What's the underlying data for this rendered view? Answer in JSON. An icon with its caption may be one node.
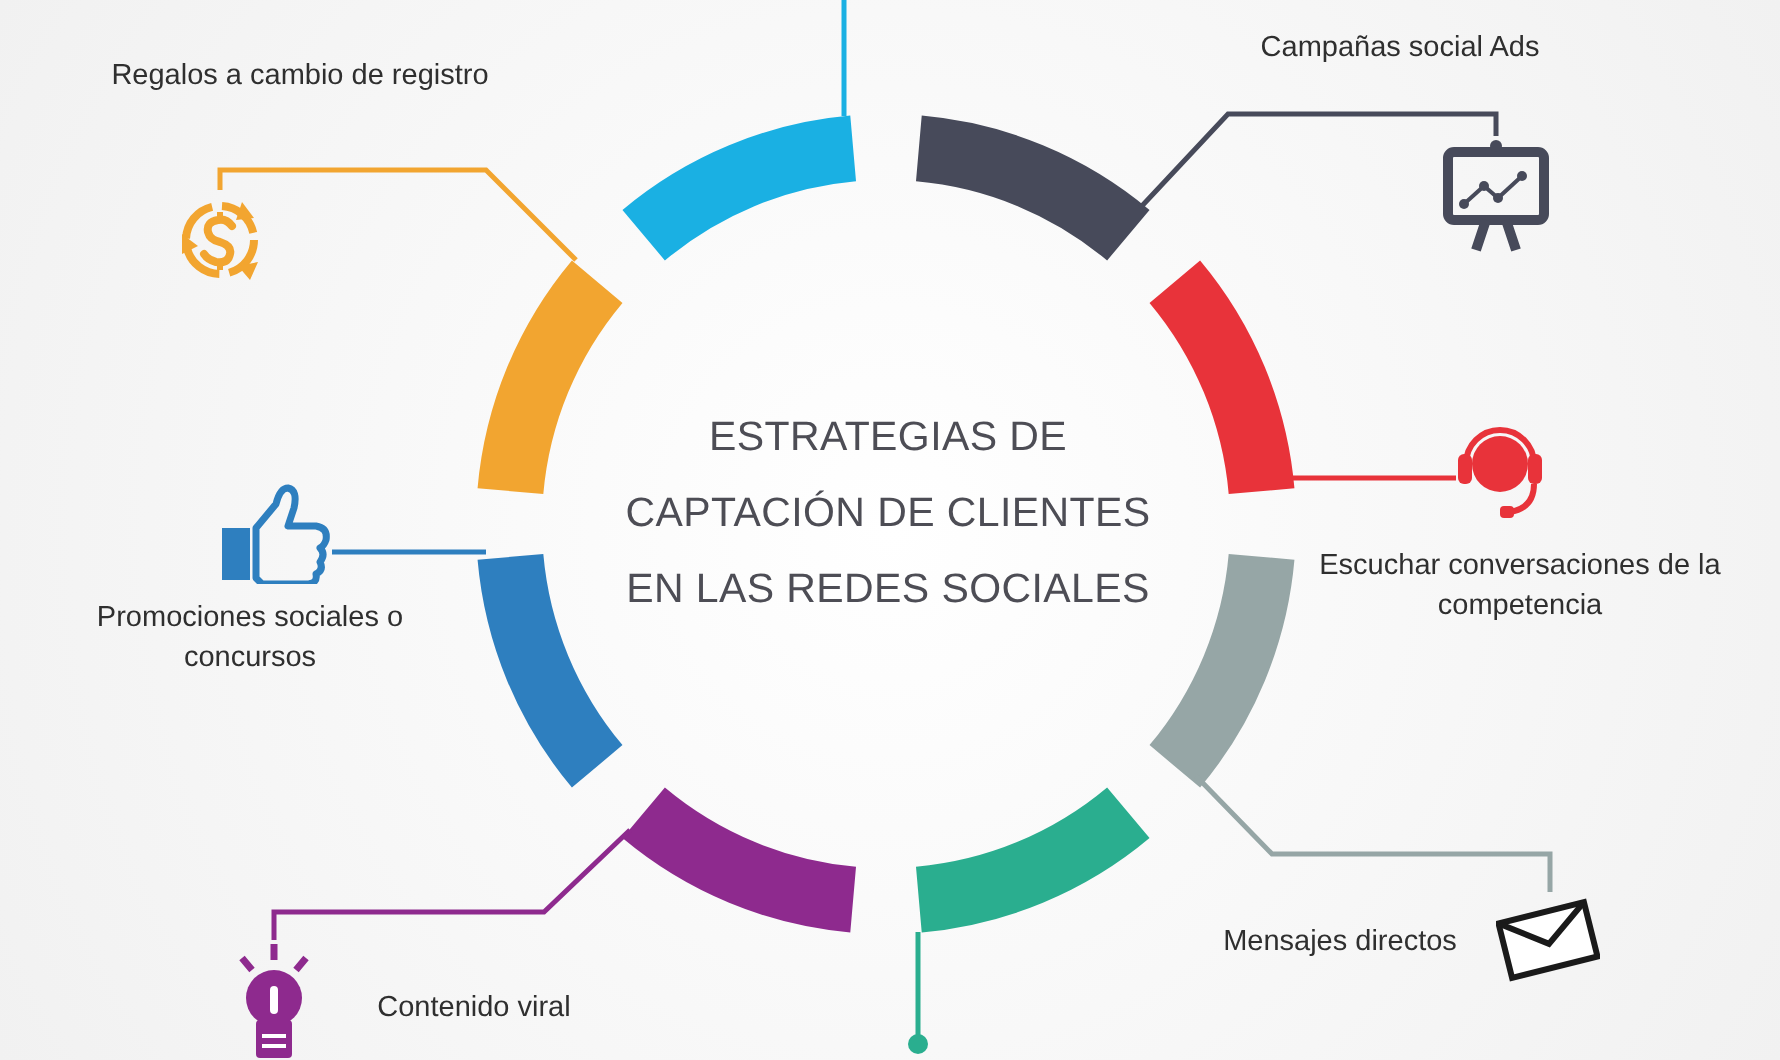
{
  "diagram": {
    "title": "ESTRATEGIAS DE CAPTACIÓN DE CLIENTES EN LAS REDES SOCIALES",
    "nodes": [
      {
        "text": [],
        "shape": "arc"
      },
      {
        "text": [],
        "shape": "arc"
      },
      {
        "text": [],
        "shape": "arc"
      },
      {
        "text": [],
        "shape": "arc"
      },
      {
        "text": [],
        "shape": "arc"
      },
      {
        "text": [],
        "shape": "arc"
      },
      {
        "text": [],
        "shape": "arc"
      },
      {
        "text": [],
        "shape": "arc"
      },
      {
        "text": [],
        "shape": "picture",
        "beside": [
          "Regalos a cambio de registro"
        ]
      },
      {
        "text": [],
        "shape": "picture",
        "beside": [
          "Campañas social Ads"
        ]
      },
      {
        "text": [],
        "shape": "picture",
        "beside": [
          "Escuchar conversaciones de la competencia"
        ]
      },
      {
        "text": [],
        "shape": "picture",
        "beside": [
          "Promociones sociales o concursos"
        ]
      },
      {
        "text": [],
        "shape": "picture",
        "beside": [
          "Mensajes directos"
        ]
      },
      {
        "text": [],
        "shape": "picture",
        "beside": [
          "Contenido viral"
        ]
      }
    ],
    "edges": [
      {
        "from": 0,
        "to": null,
        "arrow": "none",
        "color": "#1ab0e3"
      },
      {
        "from": 1,
        "to": 9,
        "arrow": "none",
        "color": "#474a5a"
      },
      {
        "from": 2,
        "to": 10,
        "arrow": "none",
        "color": "#e8333a"
      },
      {
        "from": 3,
        "to": 12,
        "arrow": "none",
        "color": "#96a6a6"
      },
      {
        "from": 4,
        "to": null,
        "arrow": "other",
        "color": "#2aae8f"
      },
      {
        "from": 5,
        "to": 13,
        "arrow": "none",
        "color": "#8e2a8e"
      },
      {
        "from": 6,
        "to": 11,
        "arrow": "none",
        "color": "#2e7fbf"
      },
      {
        "from": 7,
        "to": 8,
        "arrow": "none",
        "color": "#f2a530"
      }
    ]
  }
}
